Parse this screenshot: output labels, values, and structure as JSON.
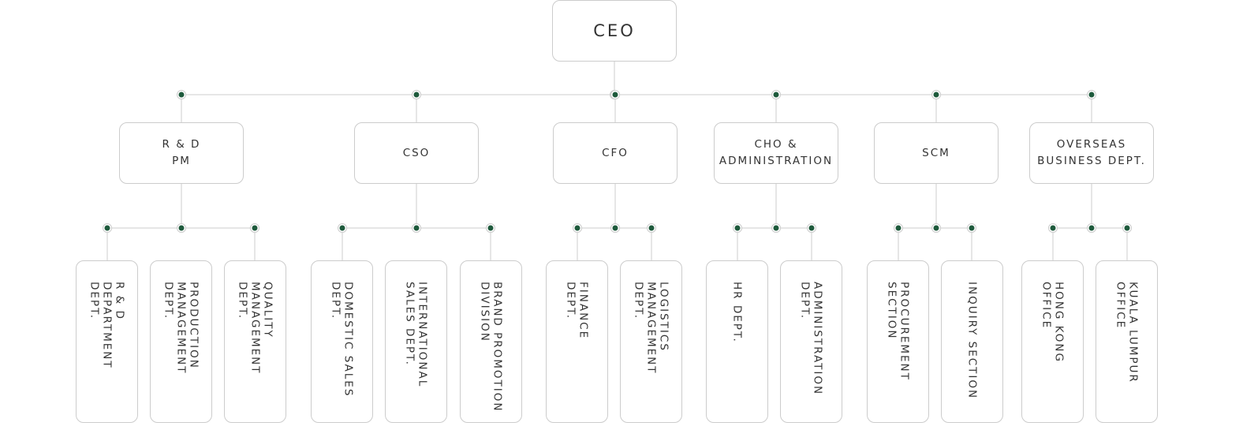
{
  "org": {
    "ceo": {
      "label": "CEO"
    },
    "departments": [
      {
        "label": "R & D\nPM",
        "units": [
          "R & D\nDEPARTMENT\nDEPT.",
          "PRODUCTION\nMANAGEMENT\nDEPT.",
          "QUALITY\nMANAGEMENT\nDEPT."
        ]
      },
      {
        "label": "CSO",
        "units": [
          "DOMESTIC SALES\nDEPT.",
          "INTERNATIONAL\nSALES DEPT.",
          "BRAND PROMOTION\nDIVISION"
        ]
      },
      {
        "label": "CFO",
        "units": [
          "FINANCE\nDEPT.",
          "LOGISTICS\nMANAGEMENT\nDEPT."
        ]
      },
      {
        "label": "CHO &\nADMINISTRATION",
        "units": [
          "HR DEPT.",
          "ADMINISTRATION\nDEPT."
        ]
      },
      {
        "label": "SCM",
        "units": [
          "PROCUREMENT\nSECTION",
          "INQUIRY SECTION"
        ]
      },
      {
        "label": "OVERSEAS\nBUSINESS DEPT.",
        "units": [
          "HONG KONG\nOFFICE",
          "KUALA LUMPUR\nOFFICE"
        ]
      }
    ]
  },
  "colors": {
    "line": "#cccccc",
    "node_dot": "#1e5a3c",
    "box_border": "#cccccc",
    "text": "#333333"
  }
}
